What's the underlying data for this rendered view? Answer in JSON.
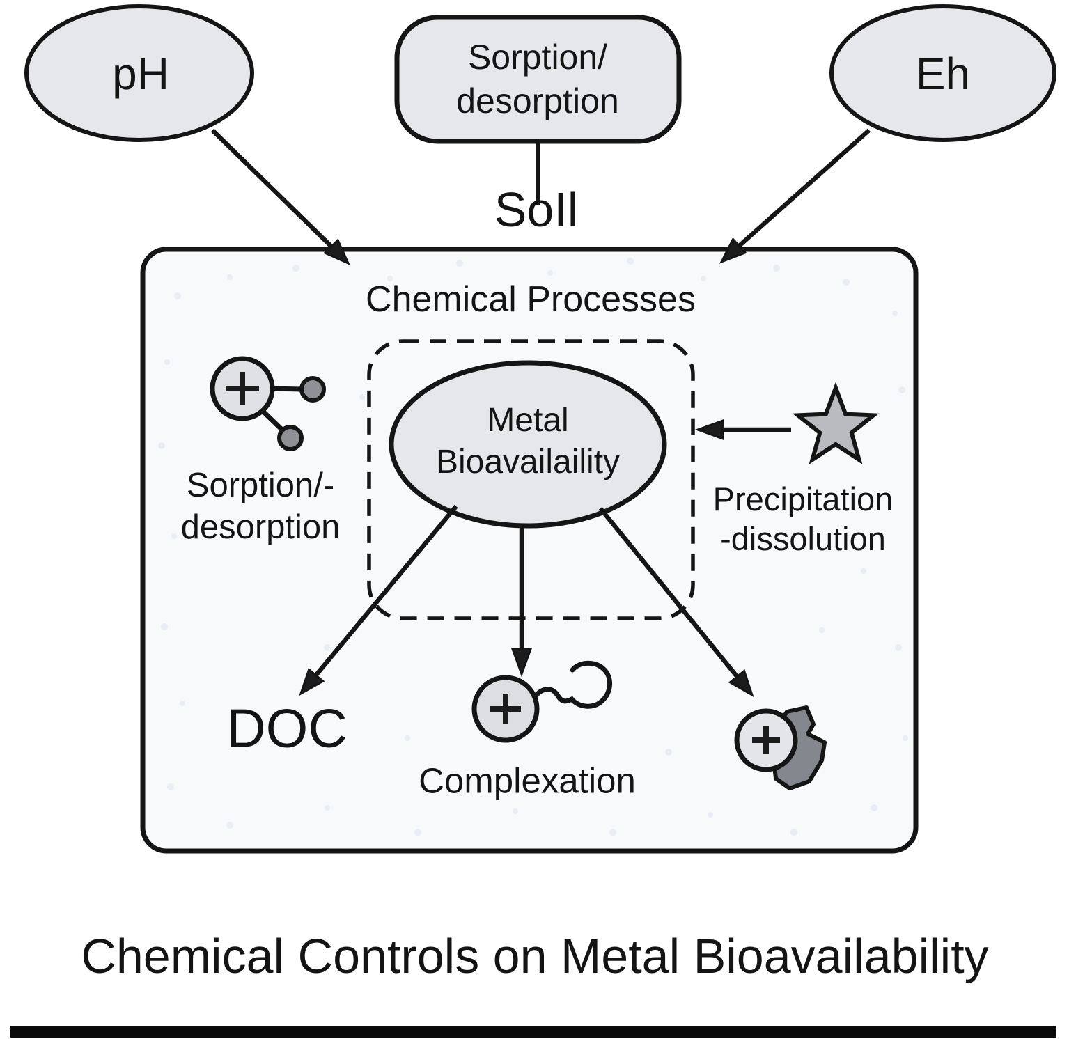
{
  "figure": {
    "caption": "Chemical Controls on Metal Bioavailability",
    "top_factors": {
      "ph_label": "pH",
      "sorption_desorption": {
        "line1": "Sorption/",
        "line2": "desorption"
      },
      "eh_label": "Eh",
      "soil_label": "SoIl"
    },
    "chemical_processes_box": {
      "title": "Chemical Processes",
      "metal_bioavailability": {
        "line1": "Metal",
        "line2": "Bioavailaility"
      },
      "sorption_desorption_label": {
        "line1": "Sorption/-",
        "line2": "desorption"
      },
      "precipitation_dissolution_label": {
        "line1": "Precipitation",
        "line2": "-dissolution"
      },
      "doc_label": "DOC",
      "complexation_label": "Complexation"
    },
    "icons": {
      "cation_sorption": "cation-plus-sorbed-particles-icon",
      "precipitate": "star-icon",
      "cation_ligand": "cation-plus-organic-ligand-icon",
      "cation_mineral": "cation-plus-mineral-particle-icon"
    },
    "colors": {
      "background": "#ffffff",
      "node_fill": "#e6e7ea",
      "box_fill": "#f8f9fb",
      "speckle": "#e7ebf3",
      "stroke": "#151515",
      "text": "#141414",
      "particle_gray": "#8f9196",
      "star_gray": "#b9bbc0",
      "mineral_gray": "#84878d"
    }
  }
}
